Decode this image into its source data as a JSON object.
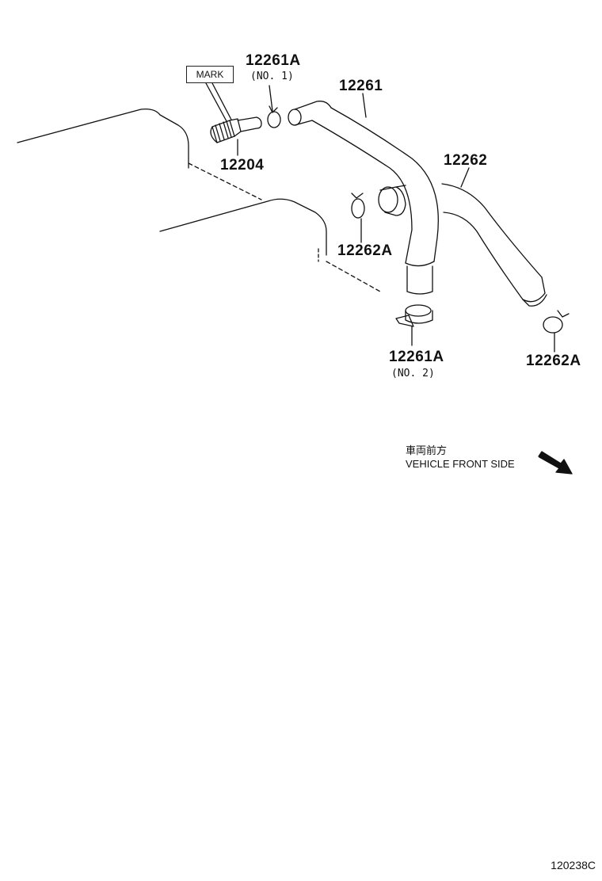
{
  "labels": {
    "mark": "MARK",
    "clamp_no1_part": "12261A",
    "clamp_no1_note": "(NO. 1)",
    "hose_12261": "12261",
    "valve_12204": "12204",
    "hose_12262": "12262",
    "clamp_12262A_upper": "12262A",
    "clamp_no2_part": "12261A",
    "clamp_no2_note": "(NO. 2)",
    "clamp_12262A_lower": "12262A"
  },
  "direction": {
    "japanese": "車両前方",
    "english": "VEHICLE FRONT SIDE"
  },
  "diagram_code": "120238C"
}
